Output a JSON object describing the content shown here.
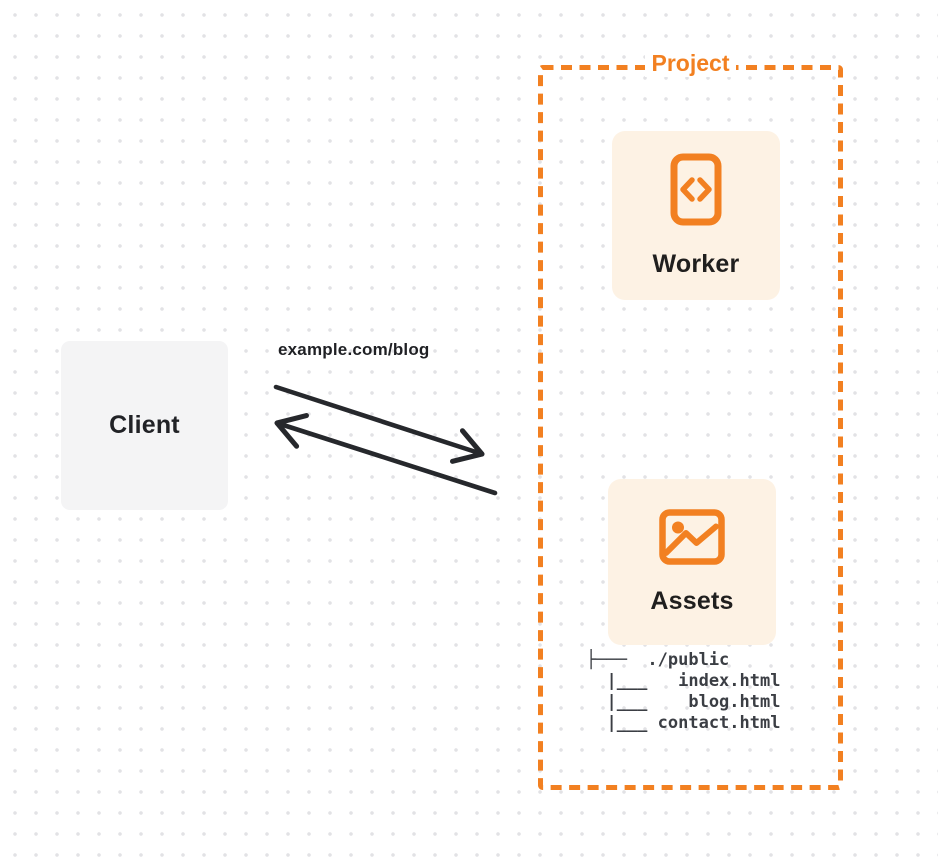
{
  "colors": {
    "orange": "#f28021",
    "card_bg": "#fdf2e4",
    "client_bg": "#f4f4f5",
    "arrow": "#26282c",
    "text_dark": "#201f1e",
    "tree_text": "#3b3e44"
  },
  "client": {
    "label": "Client"
  },
  "request": {
    "label": "example.com/blog"
  },
  "project": {
    "label": "Project"
  },
  "worker": {
    "label": "Worker",
    "icon": "code-file-icon"
  },
  "assets": {
    "label": "Assets",
    "icon": "image-icon"
  },
  "file_tree": {
    "lines": [
      "├───  ./public",
      "  |___   index.html",
      "  |___    blog.html",
      "  |___ contact.html"
    ]
  }
}
